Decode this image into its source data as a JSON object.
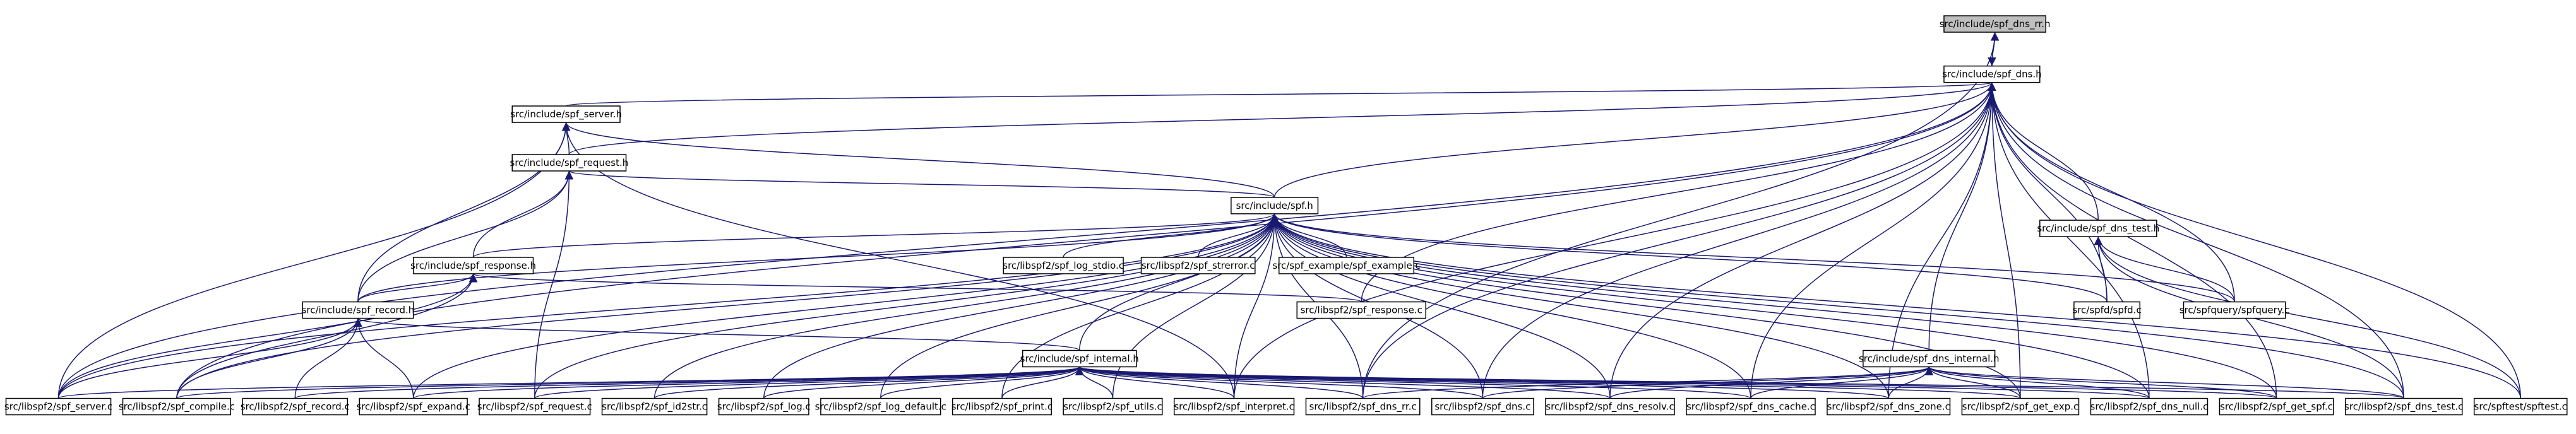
{
  "graph": {
    "nodes": [
      {
        "id": "dns_rr_h",
        "label": "src/include/spf_dns_rr.h",
        "root": true
      },
      {
        "id": "dns_h",
        "label": "src/include/spf_dns.h"
      },
      {
        "id": "server_h",
        "label": "src/include/spf_server.h"
      },
      {
        "id": "request_h",
        "label": "src/include/spf_request.h"
      },
      {
        "id": "spf_h",
        "label": "src/include/spf.h"
      },
      {
        "id": "dns_test_h",
        "label": "src/include/spf_dns_test.h"
      },
      {
        "id": "response_h",
        "label": "src/include/spf_response.h"
      },
      {
        "id": "log_stdio_c",
        "label": "src/libspf2/spf_log_stdio.c"
      },
      {
        "id": "strerror_c",
        "label": "src/libspf2/spf_strerror.c"
      },
      {
        "id": "example_c",
        "label": "src/spf_example/spf_example.c"
      },
      {
        "id": "spfd_c",
        "label": "src/spfd/spfd.c"
      },
      {
        "id": "spfquery_c",
        "label": "src/spfquery/spfquery.c"
      },
      {
        "id": "record_h",
        "label": "src/include/spf_record.h"
      },
      {
        "id": "response_c",
        "label": "src/libspf2/spf_response.c"
      },
      {
        "id": "internal_h",
        "label": "src/include/spf_internal.h"
      },
      {
        "id": "dns_internal_h",
        "label": "src/include/spf_dns_internal.h"
      },
      {
        "id": "server_c",
        "label": "src/libspf2/spf_server.c"
      },
      {
        "id": "compile_c",
        "label": "src/libspf2/spf_compile.c"
      },
      {
        "id": "record_c",
        "label": "src/libspf2/spf_record.c"
      },
      {
        "id": "expand_c",
        "label": "src/libspf2/spf_expand.c"
      },
      {
        "id": "request_c",
        "label": "src/libspf2/spf_request.c"
      },
      {
        "id": "id2str_c",
        "label": "src/libspf2/spf_id2str.c"
      },
      {
        "id": "log_c",
        "label": "src/libspf2/spf_log.c"
      },
      {
        "id": "log_default_c",
        "label": "src/libspf2/spf_log_default.c"
      },
      {
        "id": "print_c",
        "label": "src/libspf2/spf_print.c"
      },
      {
        "id": "utils_c",
        "label": "src/libspf2/spf_utils.c"
      },
      {
        "id": "interpret_c",
        "label": "src/libspf2/spf_interpret.c"
      },
      {
        "id": "dns_rr_c",
        "label": "src/libspf2/spf_dns_rr.c"
      },
      {
        "id": "dns_c",
        "label": "src/libspf2/spf_dns.c"
      },
      {
        "id": "dns_resolv_c",
        "label": "src/libspf2/spf_dns_resolv.c"
      },
      {
        "id": "dns_cache_c",
        "label": "src/libspf2/spf_dns_cache.c"
      },
      {
        "id": "dns_zone_c",
        "label": "src/libspf2/spf_dns_zone.c"
      },
      {
        "id": "get_exp_c",
        "label": "src/libspf2/spf_get_exp.c"
      },
      {
        "id": "dns_null_c",
        "label": "src/libspf2/spf_dns_null.c"
      },
      {
        "id": "get_spf_c",
        "label": "src/libspf2/spf_get_spf.c"
      },
      {
        "id": "dns_test_c",
        "label": "src/libspf2/spf_dns_test.c"
      },
      {
        "id": "spftest_c",
        "label": "src/spftest/spftest.c"
      }
    ],
    "edges": [
      [
        "dns_rr_h",
        "dns_h"
      ],
      [
        "dns_h",
        "dns_rr_h"
      ],
      [
        "dns_rr_h",
        "dns_rr_c"
      ],
      [
        "dns_h",
        "server_h"
      ],
      [
        "dns_h",
        "request_h"
      ],
      [
        "dns_h",
        "spf_h"
      ],
      [
        "dns_h",
        "dns_test_h"
      ],
      [
        "dns_h",
        "response_c"
      ],
      [
        "dns_h",
        "spfd_c"
      ],
      [
        "dns_h",
        "spfquery_c"
      ],
      [
        "dns_h",
        "dns_internal_h"
      ],
      [
        "dns_h",
        "server_c"
      ],
      [
        "dns_h",
        "compile_c"
      ],
      [
        "dns_h",
        "interpret_c"
      ],
      [
        "dns_h",
        "dns_rr_c"
      ],
      [
        "dns_h",
        "dns_c"
      ],
      [
        "dns_h",
        "dns_resolv_c"
      ],
      [
        "dns_h",
        "dns_cache_c"
      ],
      [
        "dns_h",
        "dns_zone_c"
      ],
      [
        "dns_h",
        "get_exp_c"
      ],
      [
        "dns_h",
        "dns_null_c"
      ],
      [
        "dns_h",
        "get_spf_c"
      ],
      [
        "dns_h",
        "dns_test_c"
      ],
      [
        "dns_h",
        "spftest_c"
      ],
      [
        "server_h",
        "request_h"
      ],
      [
        "server_h",
        "spf_h"
      ],
      [
        "server_h",
        "record_h"
      ],
      [
        "server_h",
        "server_c"
      ],
      [
        "server_h",
        "interpret_c"
      ],
      [
        "request_h",
        "spf_h"
      ],
      [
        "request_h",
        "response_h"
      ],
      [
        "request_h",
        "record_h"
      ],
      [
        "request_h",
        "request_c"
      ],
      [
        "spf_h",
        "response_h"
      ],
      [
        "spf_h",
        "record_h"
      ],
      [
        "spf_h",
        "internal_h"
      ],
      [
        "spf_h",
        "log_stdio_c"
      ],
      [
        "spf_h",
        "strerror_c"
      ],
      [
        "spf_h",
        "example_c"
      ],
      [
        "spf_h",
        "spfd_c"
      ],
      [
        "spf_h",
        "spfquery_c"
      ],
      [
        "spf_h",
        "server_c"
      ],
      [
        "spf_h",
        "compile_c"
      ],
      [
        "spf_h",
        "expand_c"
      ],
      [
        "spf_h",
        "request_c"
      ],
      [
        "spf_h",
        "id2str_c"
      ],
      [
        "spf_h",
        "log_c"
      ],
      [
        "spf_h",
        "log_default_c"
      ],
      [
        "spf_h",
        "print_c"
      ],
      [
        "spf_h",
        "utils_c"
      ],
      [
        "spf_h",
        "interpret_c"
      ],
      [
        "spf_h",
        "dns_rr_c"
      ],
      [
        "spf_h",
        "dns_c"
      ],
      [
        "spf_h",
        "dns_resolv_c"
      ],
      [
        "spf_h",
        "dns_cache_c"
      ],
      [
        "spf_h",
        "dns_zone_c"
      ],
      [
        "spf_h",
        "get_exp_c"
      ],
      [
        "spf_h",
        "dns_null_c"
      ],
      [
        "spf_h",
        "get_spf_c"
      ],
      [
        "spf_h",
        "dns_test_c"
      ],
      [
        "spf_h",
        "spftest_c"
      ],
      [
        "dns_test_h",
        "spfd_c"
      ],
      [
        "dns_test_h",
        "spfquery_c"
      ],
      [
        "dns_test_h",
        "dns_test_c"
      ],
      [
        "dns_test_h",
        "spftest_c"
      ],
      [
        "response_h",
        "record_h"
      ],
      [
        "response_h",
        "response_c"
      ],
      [
        "response_h",
        "server_c"
      ],
      [
        "response_h",
        "compile_c"
      ],
      [
        "record_h",
        "internal_h"
      ],
      [
        "record_h",
        "server_c"
      ],
      [
        "record_h",
        "compile_c"
      ],
      [
        "record_h",
        "record_c"
      ],
      [
        "record_h",
        "expand_c"
      ],
      [
        "internal_h",
        "server_c"
      ],
      [
        "internal_h",
        "compile_c"
      ],
      [
        "internal_h",
        "record_c"
      ],
      [
        "internal_h",
        "expand_c"
      ],
      [
        "internal_h",
        "request_c"
      ],
      [
        "internal_h",
        "id2str_c"
      ],
      [
        "internal_h",
        "log_c"
      ],
      [
        "internal_h",
        "log_default_c"
      ],
      [
        "internal_h",
        "print_c"
      ],
      [
        "internal_h",
        "utils_c"
      ],
      [
        "internal_h",
        "interpret_c"
      ],
      [
        "internal_h",
        "dns_rr_c"
      ],
      [
        "internal_h",
        "dns_c"
      ],
      [
        "internal_h",
        "dns_resolv_c"
      ],
      [
        "internal_h",
        "dns_cache_c"
      ],
      [
        "internal_h",
        "dns_zone_c"
      ],
      [
        "internal_h",
        "get_exp_c"
      ],
      [
        "internal_h",
        "dns_null_c"
      ],
      [
        "internal_h",
        "get_spf_c"
      ],
      [
        "internal_h",
        "dns_test_c"
      ],
      [
        "dns_internal_h",
        "dns_rr_c"
      ],
      [
        "dns_internal_h",
        "dns_c"
      ],
      [
        "dns_internal_h",
        "dns_resolv_c"
      ],
      [
        "dns_internal_h",
        "dns_cache_c"
      ],
      [
        "dns_internal_h",
        "dns_zone_c"
      ],
      [
        "dns_internal_h",
        "get_exp_c"
      ],
      [
        "dns_internal_h",
        "dns_null_c"
      ],
      [
        "dns_internal_h",
        "get_spf_c"
      ],
      [
        "dns_internal_h",
        "dns_test_c"
      ]
    ]
  }
}
